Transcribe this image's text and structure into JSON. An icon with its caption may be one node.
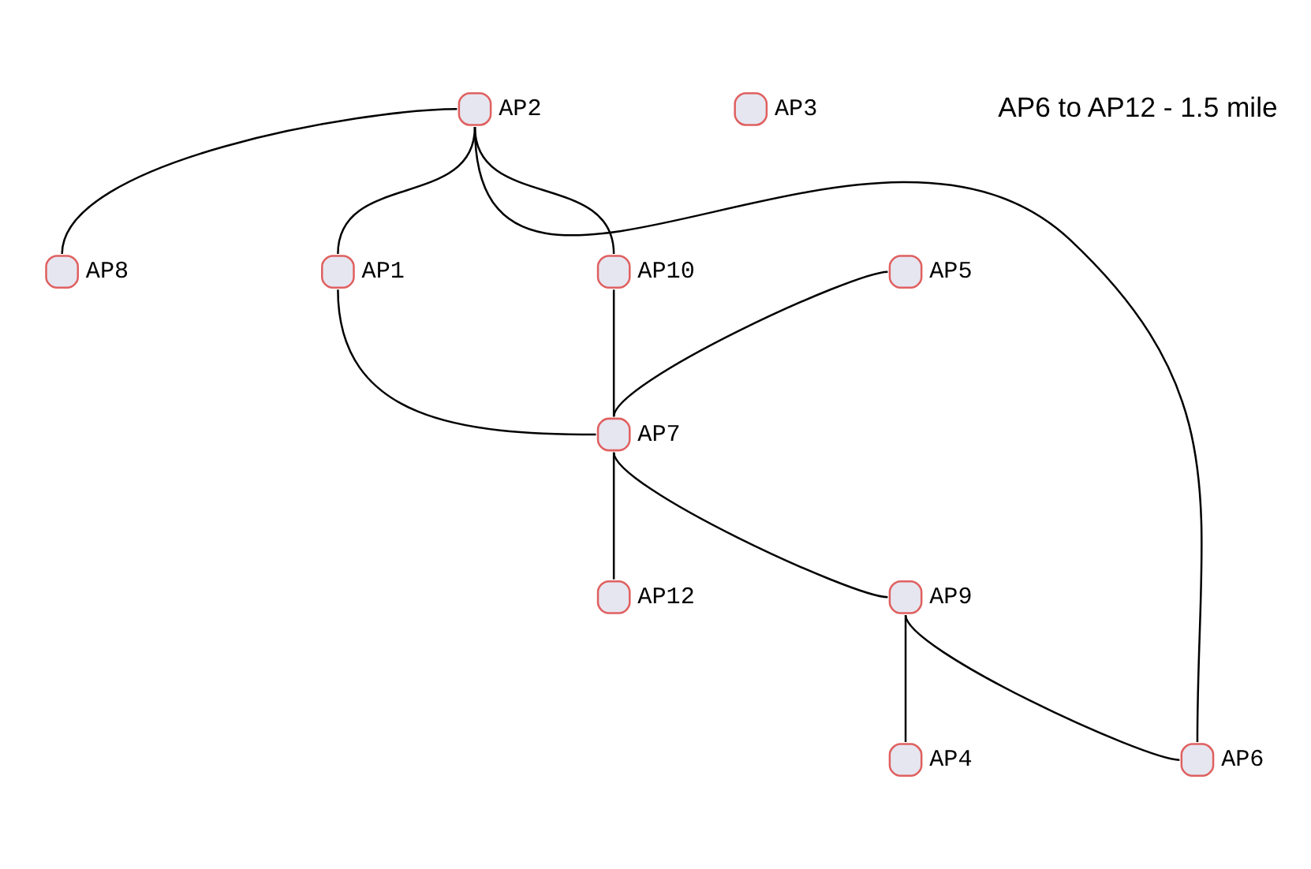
{
  "diagram": {
    "nodes": [
      {
        "text": [],
        "shape": "circle",
        "beside": [
          "AP12"
        ]
      },
      {
        "text": [],
        "shape": "circle",
        "beside": [
          "AP8"
        ]
      },
      {
        "text": [],
        "shape": "circle",
        "beside": [
          "AP1"
        ]
      },
      {
        "text": [],
        "shape": "circle",
        "beside": [
          "AP2"
        ]
      },
      {
        "text": [],
        "shape": "circle",
        "beside": [
          "AP10"
        ]
      },
      {
        "text": [],
        "shape": "circle",
        "beside": [
          "AP5"
        ]
      },
      {
        "text": [],
        "shape": "circle",
        "beside": [
          "AP7"
        ]
      },
      {
        "text": [],
        "shape": "circle",
        "beside": [
          "AP3"
        ]
      },
      {
        "text": [],
        "shape": "circle",
        "beside": [
          "AP9"
        ]
      },
      {
        "text": [],
        "shape": "circle",
        "beside": [
          "AP6"
        ]
      },
      {
        "text": [],
        "shape": "circle",
        "beside": [
          "AP4"
        ]
      }
    ],
    "edges": [
      {
        "from": 3,
        "to": 1,
        "arrow": "none"
      },
      {
        "from": 3,
        "to": 2,
        "arrow": "none"
      },
      {
        "from": 3,
        "to": 4,
        "arrow": "none"
      },
      {
        "from": 2,
        "to": 6,
        "arrow": "none"
      },
      {
        "from": 4,
        "to": 6,
        "arrow": "none"
      },
      {
        "from": 5,
        "to": 6,
        "arrow": "none"
      },
      {
        "from": 3,
        "to": 9,
        "arrow": "none"
      },
      {
        "from": 6,
        "to": 0,
        "arrow": "none"
      },
      {
        "from": 6,
        "to": 8,
        "arrow": "none"
      },
      {
        "from": 8,
        "to": 9,
        "arrow": "none"
      },
      {
        "from": 8,
        "to": 10,
        "arrow": "none"
      }
    ],
    "labels": [
      "AP6 to AP12 - 1.5 mile"
    ]
  }
}
